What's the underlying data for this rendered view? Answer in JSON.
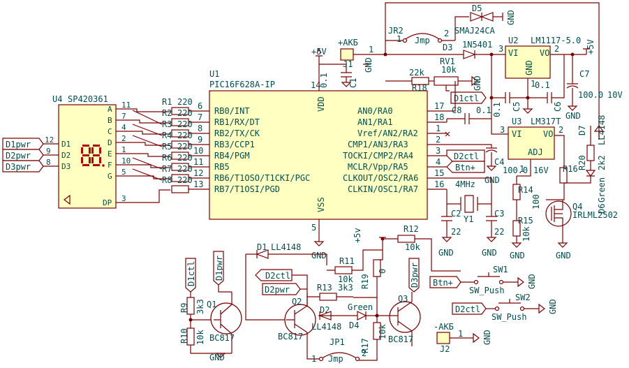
{
  "mcu": {
    "ref": "U1",
    "part": "PIC16F628A-IP",
    "left_pins": [
      {
        "num": "6",
        "name": "RB0/INT"
      },
      {
        "num": "7",
        "name": "RB1/RX/DT"
      },
      {
        "num": "8",
        "name": "RB2/TX/CK"
      },
      {
        "num": "9",
        "name": "RB3/CCP1"
      },
      {
        "num": "10",
        "name": "RB4/PGM"
      },
      {
        "num": "11",
        "name": "RB5"
      },
      {
        "num": "12",
        "name": "RB6/T1OSO/T1CKI/PGC"
      },
      {
        "num": "13",
        "name": "RB7/T1OSI/PGD"
      }
    ],
    "right_pins": [
      {
        "num": "17",
        "name": "AN0/RA0"
      },
      {
        "num": "18",
        "name": "AN1/RA1"
      },
      {
        "num": "1",
        "name": "Vref/AN2/RA2"
      },
      {
        "num": "2",
        "name": "CMP1/AN3/RA3"
      },
      {
        "num": "3",
        "name": "TOCKI/CMP2/RA4"
      },
      {
        "num": "4",
        "name": "MCLR/Vpp/RA5"
      },
      {
        "num": "15",
        "name": "CLKOUT/OSC2/RA6"
      },
      {
        "num": "16",
        "name": "CLKIN/OSC1/RA7"
      }
    ],
    "vdd": {
      "num": "14",
      "name": "VDD"
    },
    "vss": {
      "num": "5",
      "name": "VSS"
    }
  },
  "display": {
    "ref": "U4",
    "part": "SP420361",
    "seg_pins": [
      {
        "num": "11",
        "name": "A"
      },
      {
        "num": "7",
        "name": "B"
      },
      {
        "num": "4",
        "name": "C"
      },
      {
        "num": "2",
        "name": "D"
      },
      {
        "num": "1",
        "name": "E"
      },
      {
        "num": "10",
        "name": "F"
      },
      {
        "num": "5",
        "name": "G"
      },
      {
        "num": "3",
        "name": "DP"
      }
    ],
    "digit_pins": [
      {
        "num": "12",
        "name": "D1"
      },
      {
        "num": "9",
        "name": "D2"
      },
      {
        "num": "8",
        "name": "D3"
      }
    ]
  },
  "seg_resistors": [
    {
      "ref": "R1",
      "value": "220"
    },
    {
      "ref": "R2",
      "value": "220"
    },
    {
      "ref": "R3",
      "value": "220"
    },
    {
      "ref": "R4",
      "value": "220"
    },
    {
      "ref": "R5",
      "value": "220"
    },
    {
      "ref": "R6",
      "value": "220"
    },
    {
      "ref": "R7",
      "value": "220"
    },
    {
      "ref": "R8",
      "value": "220"
    }
  ],
  "net_labels": {
    "d1pwr": "D1pwr",
    "d2pwr": "D2pwr",
    "d3pwr": "D3pwr",
    "d1ctl": "D1ctl",
    "d2ctl": "D2ctl",
    "btn": "Btn+"
  },
  "power": {
    "gnd": "GND",
    "plus5v": "+5V",
    "plus5v_small": "+5V",
    "plus5v_b": "+5v",
    "akb_plus": "+AKБ",
    "akb_minus": "-AKБ"
  },
  "components": {
    "j1": {
      "ref": "J1",
      "pin": "1"
    },
    "j2": {
      "ref": "J2",
      "pin": "1"
    },
    "c1": {
      "ref": "C1",
      "value": "0.1"
    },
    "jr2": {
      "ref": "JR2",
      "value": "Jmp",
      "pin1": "1",
      "pin2": "2"
    },
    "jp1": {
      "ref": "JP1",
      "value": "Jmp",
      "pin1": "1",
      "pin2": "2"
    },
    "d5": {
      "ref": "D5",
      "value": "SMAJ24CA"
    },
    "d3": {
      "ref": "D3",
      "value": "1N5401"
    },
    "u2": {
      "ref": "U2",
      "value": "LM1117-5.0",
      "vi": "VI",
      "vo": "VO",
      "gnd": "GND",
      "p1": "1",
      "p2": "2",
      "p3": "3"
    },
    "u3": {
      "ref": "U3",
      "value": "LM317T",
      "vi": "VI",
      "vo": "VO",
      "adj": "ADJ",
      "p1": "1",
      "p2": "2",
      "p3": "3"
    },
    "rv1": {
      "ref": "RV1",
      "value": "10k"
    },
    "r18": {
      "ref": "R18",
      "value": "22k"
    },
    "c5": {
      "ref": "C5",
      "value": "0.1"
    },
    "c6": {
      "ref": "C6",
      "value": "0.1"
    },
    "c7": {
      "ref": "C7",
      "value": "100.0"
    },
    "c8": {
      "ref": "C8",
      "value": "0.1"
    },
    "c4": {
      "ref": "C4",
      "value": "100.0",
      "rating": "16V"
    },
    "c2": {
      "ref": "C2",
      "value": "22"
    },
    "c3": {
      "ref": "C3",
      "value": "22"
    },
    "y1": {
      "ref": "Y1",
      "value": "4MHz"
    },
    "r14": {
      "ref": "R14",
      "value": "100"
    },
    "r15": {
      "ref": "R15",
      "value": "10k"
    },
    "r16": {
      "ref": "R16",
      "value": ""
    },
    "r20": {
      "ref": "R20",
      "value": "2k2"
    },
    "d7": {
      "ref": "D7",
      "value": "LL4148"
    },
    "d6": {
      "ref": "D6",
      "value": "Green"
    },
    "q4": {
      "ref": "Q4",
      "value": "IRLML2502"
    },
    "tenv": {
      "value": "10V"
    },
    "r12": {
      "ref": "R12",
      "value": "10k"
    },
    "r19": {
      "ref": "R19",
      "value": "0"
    },
    "r11": {
      "ref": "R11",
      "value": "10k"
    },
    "r13": {
      "ref": "R13",
      "value": "3k3"
    },
    "d1": {
      "ref": "D1",
      "value": "LL4148"
    },
    "d2": {
      "ref": "D2",
      "value": "LL4148"
    },
    "d4": {
      "ref": "D4",
      "value": "Green"
    },
    "r9": {
      "ref": "R9",
      "value": "3k3"
    },
    "r10": {
      "ref": "R10",
      "value": "10k"
    },
    "r17": {
      "ref": "R17",
      "value": "10k"
    },
    "q1": {
      "ref": "Q1",
      "value": "BC817"
    },
    "q2": {
      "ref": "Q2",
      "value": "BC817"
    },
    "q3": {
      "ref": "Q3",
      "value": "BC817"
    },
    "sw1": {
      "ref": "SW1",
      "value": "SW_Push"
    },
    "sw2": {
      "ref": "SW2",
      "value": "SW_Push"
    }
  }
}
